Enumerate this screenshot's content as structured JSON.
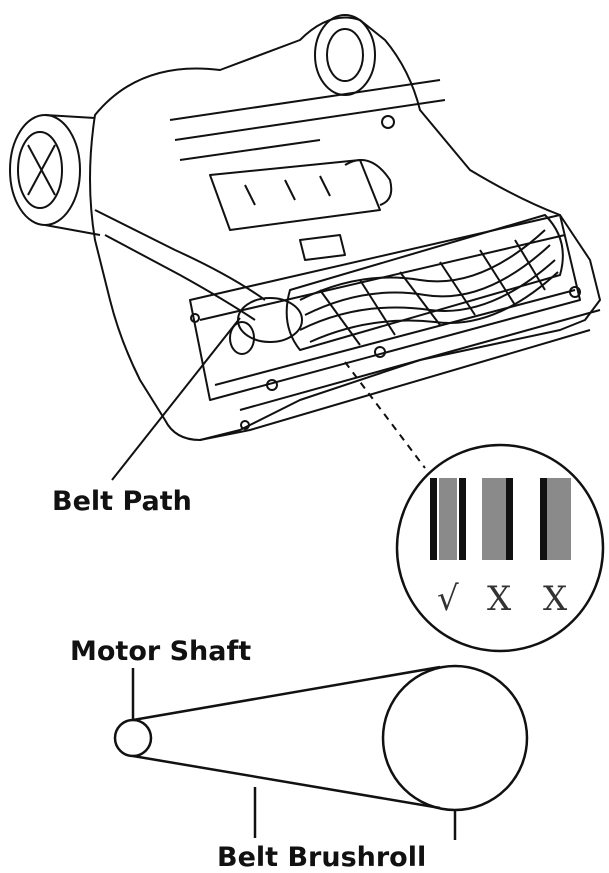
{
  "labels": {
    "belt_path": "Belt Path",
    "motor_shaft": "Motor Shaft",
    "belt_brushroll": "Belt Brushroll"
  },
  "inset": {
    "correct_mark": "√",
    "wrong_mark_1": "X",
    "wrong_mark_2": "X"
  },
  "colors": {
    "line": "#111111",
    "belt_fill": "#8a8a8a"
  }
}
